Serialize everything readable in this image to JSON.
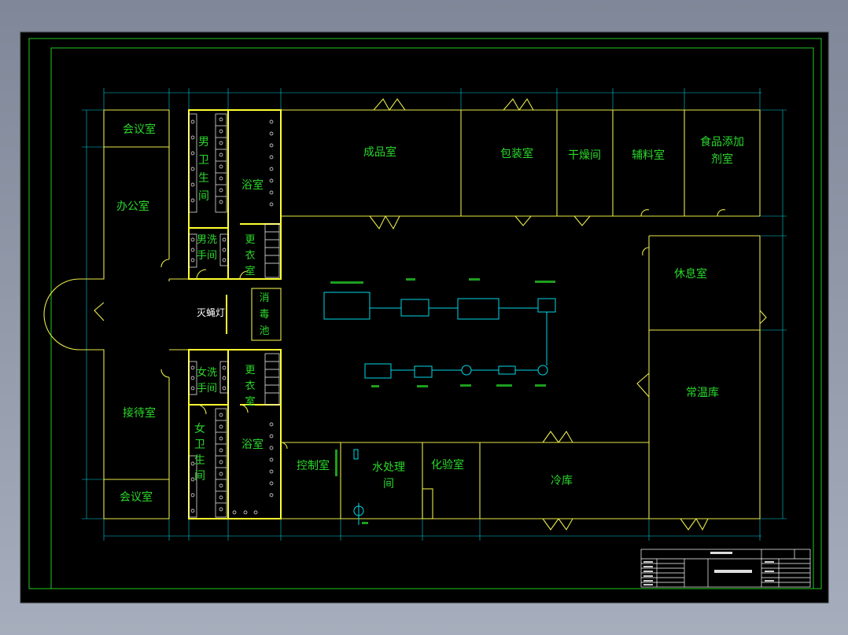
{
  "colors": {
    "background": "#000000",
    "walls": "#e8e84a",
    "room_labels": "#2bd82b",
    "equipment": "#00d8e8",
    "frame": "#22c922"
  },
  "rooms": {
    "meeting_top": "会议室",
    "office": "办公室",
    "reception": "接待室",
    "meeting_bottom": "会议室",
    "mens_toilet": "男卫生间",
    "mens_bath": "浴室",
    "mens_wash": "男洗手间",
    "mens_change": "更衣室",
    "uv_lamp": "灭蝇灯",
    "disinfect_pool": "消毒池",
    "womens_wash": "女洗手间",
    "womens_change": "更衣室",
    "womens_toilet": "女卫生间",
    "womens_bath": "浴室",
    "finished_goods": "成品室",
    "packaging": "包装室",
    "drying": "干燥间",
    "auxiliary": "辅料室",
    "additive": "食品添加剂室",
    "lounge": "休息室",
    "ambient_store": "常温库",
    "control": "控制室",
    "water_treatment": "水处理间",
    "lab": "化验室",
    "cold_store": "冷库"
  }
}
